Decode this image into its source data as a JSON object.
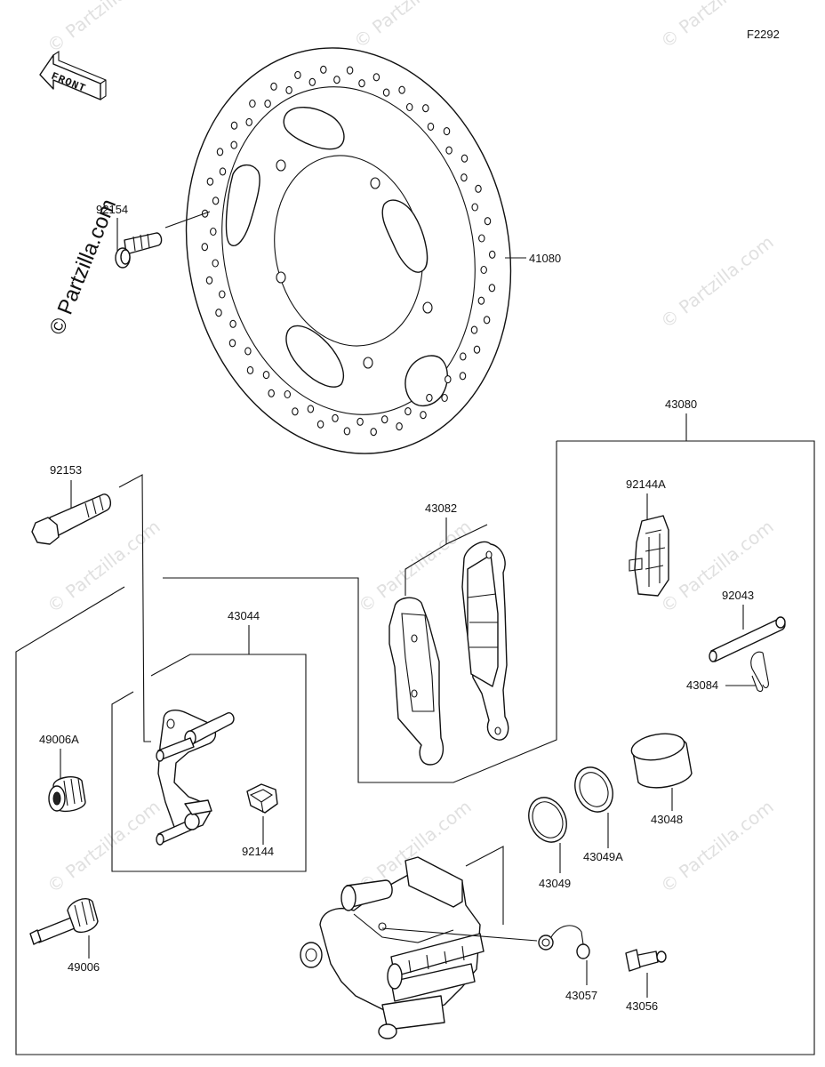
{
  "figure_code": "F2292",
  "direction_label": "FRONT",
  "watermark": "© Partzilla.com",
  "watermark_vertical": "© Partzilla.com",
  "part_labels": {
    "p41080": "41080",
    "p92154": "92154",
    "p43080": "43080",
    "p92153": "92153",
    "p43082": "43082",
    "p92144A": "92144A",
    "p92043": "92043",
    "p43084": "43084",
    "p43044": "43044",
    "p49006A": "49006A",
    "p92144": "92144",
    "p43048": "43048",
    "p43049A": "43049A",
    "p43049": "43049",
    "p49006": "49006",
    "p43057": "43057",
    "p43056": "43056"
  }
}
